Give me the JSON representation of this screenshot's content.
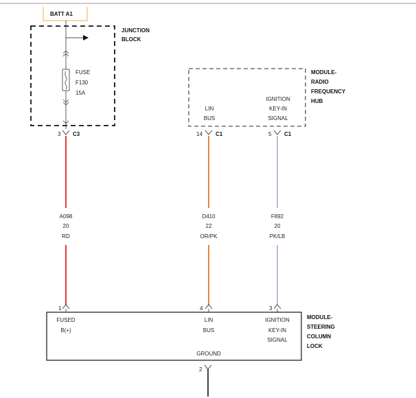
{
  "colors": {
    "wire_red": "#e23a3a",
    "wire_orange": "#e8823a",
    "wire_pink_blue": "#b8b8e0",
    "batt_box": "#f6c98f",
    "line": "#222222"
  },
  "batt": {
    "label": "BATT A1"
  },
  "junction_block": {
    "title_line1": "JUNCTION",
    "title_line2": "BLOCK",
    "fuse_label": "FUSE",
    "fuse_id": "F130",
    "fuse_rating": "15A",
    "pin": "3",
    "connector": "C3"
  },
  "rf_hub": {
    "title_line1": "MODULE-",
    "title_line2": "RADIO",
    "title_line3": "FREQUENCY",
    "title_line4": "HUB",
    "lin_line1": "LIN",
    "lin_line2": "BUS",
    "ign_line1": "IGNITION",
    "ign_line2": "KEY-IN",
    "ign_line3": "SIGNAL",
    "pin_lin": "14",
    "pin_ign": "5",
    "connector": "C1"
  },
  "wires": [
    {
      "circuit": "A098",
      "gauge": "20",
      "color_code": "RD"
    },
    {
      "circuit": "D410",
      "gauge": "22",
      "color_code": "OR/PK"
    },
    {
      "circuit": "F892",
      "gauge": "20",
      "color_code": "PK/LB"
    }
  ],
  "steering_lock": {
    "title_line1": "MODULE-",
    "title_line2": "STEERING",
    "title_line3": "COLUMN",
    "title_line4": "LOCK",
    "fused_line1": "FUSED",
    "fused_line2": "B(+)",
    "lin_line1": "LIN",
    "lin_line2": "BUS",
    "ign_line1": "IGNITION",
    "ign_line2": "KEY-IN",
    "ign_line3": "SIGNAL",
    "ground": "GROUND",
    "pin_fused": "1",
    "pin_lin": "4",
    "pin_ign": "3",
    "pin_ground": "2"
  }
}
